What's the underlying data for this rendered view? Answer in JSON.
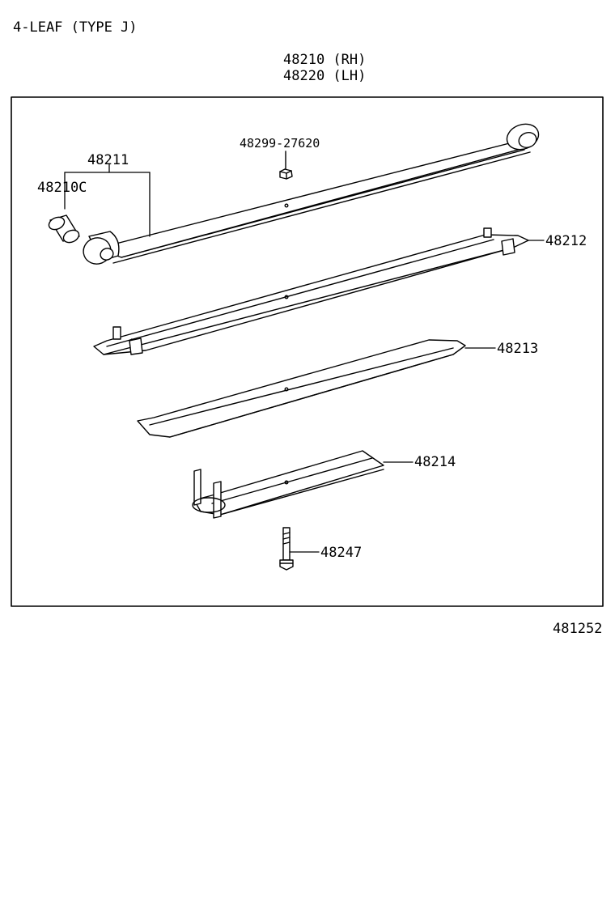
{
  "header": {
    "variant": "4-LEAF (TYPE  J)",
    "assembly_rh": "48210 (RH)",
    "assembly_lh": "48220 (LH)"
  },
  "parts": {
    "main_leaf": "48211",
    "bushing": "48210C",
    "nut": "48299-27620",
    "leaf_2": "48212",
    "leaf_3": "48213",
    "leaf_4": "48214",
    "center_bolt": "48247"
  },
  "footer": {
    "illustration_id": "481252"
  }
}
